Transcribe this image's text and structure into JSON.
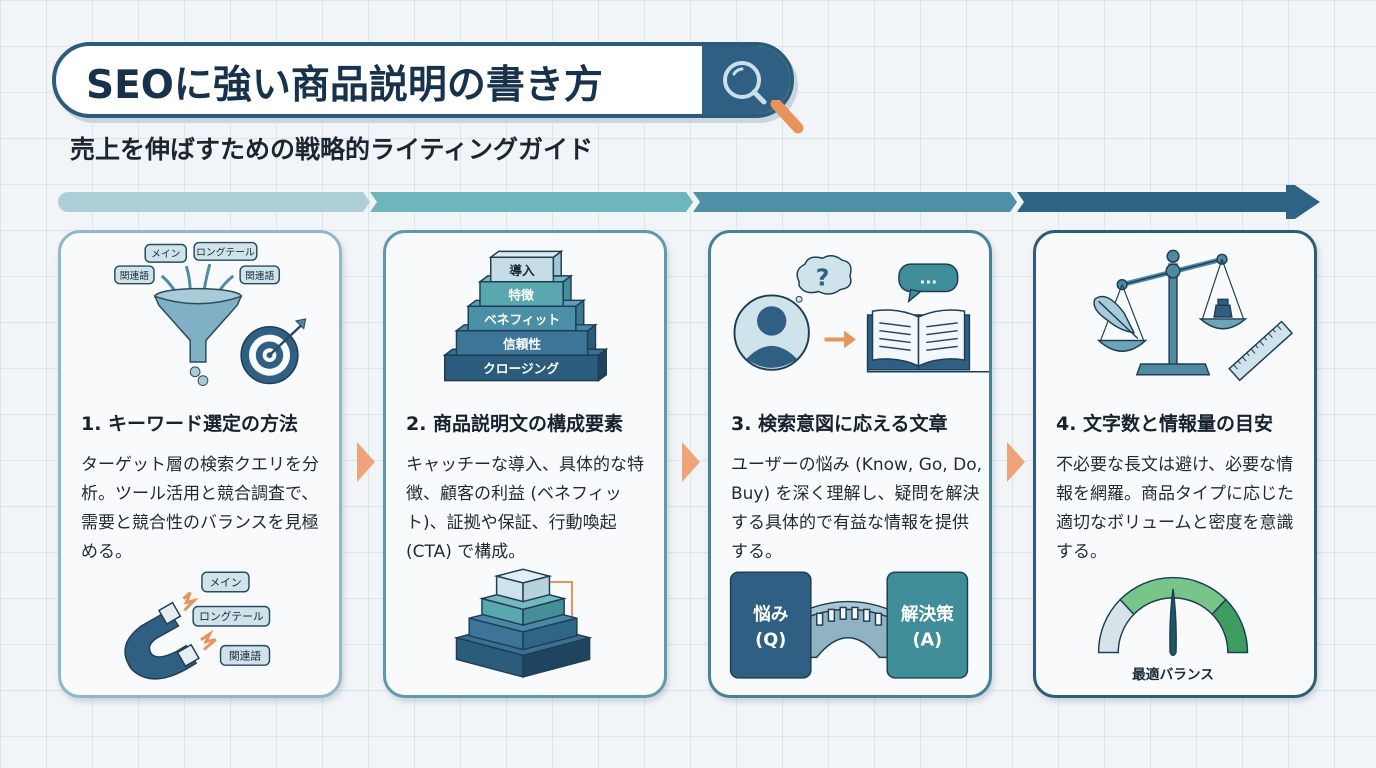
{
  "header": {
    "title": "SEOに強い商品説明の書き方",
    "subtitle": "売上を伸ばすための戦略的ライティングガイド",
    "search_icon": "magnifier-icon"
  },
  "progress_bar": {
    "segments": 4,
    "colors": [
      "#aecfd8",
      "#6fb5bc",
      "#4f90a6",
      "#2d6486"
    ]
  },
  "colors": {
    "accent_orange": "#e8925c",
    "navy": "#2c5c7c",
    "teal": "#4d9aa6",
    "card_borders": [
      "#8fb9c6",
      "#5d9aab",
      "#4a7f98",
      "#2e5b78"
    ]
  },
  "cards": [
    {
      "title": "1. キーワード選定の方法",
      "body": "ターゲット層の検索クエリを分析。ツール活用と競合調査で、需要と競合性のバランスを見極める。",
      "illustration": {
        "type": "funnel-target",
        "tags": [
          "メイン",
          "ロングテール",
          "関連語",
          "関連語"
        ]
      },
      "bottom": {
        "type": "magnet",
        "tags": [
          "メイン",
          "ロングテール",
          "関連語"
        ]
      }
    },
    {
      "title": "2. 商品説明文の構成要素",
      "body": "キャッチーな導入、具体的な特徴、顧客の利益 (ベネフィット)、証拠や保証、行動喚起 (CTA) で構成。",
      "illustration": {
        "type": "pyramid",
        "layers": [
          "導入",
          "特徴",
          "ベネフィット",
          "信頼性",
          "クロージング"
        ]
      },
      "bottom": {
        "type": "stacked-blocks"
      }
    },
    {
      "title": "3. 検索意図に応える文章",
      "body": "ユーザーの悩み (Know, Go, Do, Buy) を深く理解し、疑問を解決する具体的で有益な情報を提供する。",
      "illustration": {
        "type": "user-question-book",
        "question_mark": "?",
        "bubble": "..."
      },
      "bottom": {
        "type": "bridge",
        "left_box": {
          "line1": "悩み",
          "line2": "(Q)"
        },
        "right_box": {
          "line1": "解決策",
          "line2": "(A)"
        }
      }
    },
    {
      "title": "4. 文字数と情報量の目安",
      "body": "不必要な長文は避け、必要な情報を網羅。商品タイプに応じた適切なボリュームと密度を意識する。",
      "illustration": {
        "type": "scale-ruler"
      },
      "bottom": {
        "type": "gauge",
        "label": "最適バランス"
      }
    }
  ]
}
